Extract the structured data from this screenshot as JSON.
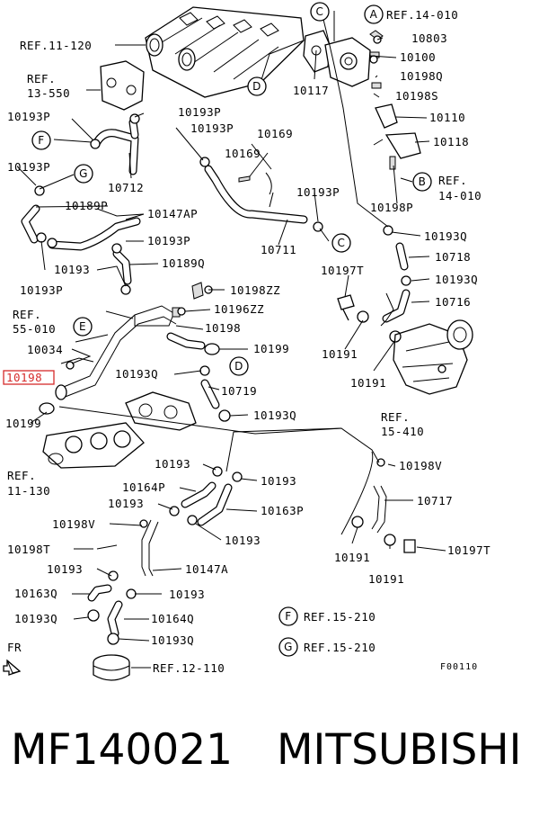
{
  "callouts": {
    "ref_11_120": "REF.11-120",
    "ref_13_550": [
      "REF.",
      "13-550"
    ],
    "ref_14_010_top": "REF.14-010",
    "ref_14_010_b": [
      "REF.",
      "14-010"
    ],
    "ref_55_010": [
      "REF.",
      "55-010"
    ],
    "ref_11_130": [
      "REF.",
      "11-130"
    ],
    "ref_15_410": [
      "REF.",
      "15-410"
    ],
    "ref_12_110": "REF.12-110",
    "p10803": "10803",
    "p10100": "10100",
    "p10198Q": "10198Q",
    "p10198S": "10198S",
    "p10110": "10110",
    "p10118": "10118",
    "p10198P": "10198P",
    "p10193Q_r1": "10193Q",
    "p10718": "10718",
    "p10193Q_r2": "10193Q",
    "p10716": "10716",
    "p10197T_top": "10197T",
    "p10191_a": "10191",
    "p10191_b": "10191",
    "p10117": "10117",
    "p10193P_1": "10193P",
    "p10193P_2": "10193P",
    "p10193P_3": "10193P",
    "p10193P_4": "10193P",
    "p10193P_5": "10193P",
    "p10193P_6": "10193P",
    "p10169_a": "10169",
    "p10169_b": "10169",
    "p10712": "10712",
    "p10189P": "10189P",
    "p10147AP": "10147AP",
    "p10193P_7": "10193P",
    "p10711": "10711",
    "p10193_a": "10193",
    "p10189Q": "10189Q",
    "p10198ZZ": "10198ZZ",
    "p10196ZZ": "10196ZZ",
    "p10198_mid": "10198",
    "p10034": "10034",
    "p10199_a": "10199",
    "p10198_hl": "10198",
    "p10193Q_mid": "10193Q",
    "p10719": "10719",
    "p10193Q_low": "10193Q",
    "p10199_b": "10199",
    "p10198V_r": "10198V",
    "p10717": "10717",
    "p10191_c": "10191",
    "p10191_d": "10191",
    "p10197T_bot": "10197T",
    "p10193_b": "10193",
    "p10193_c": "10193",
    "p10164P": "10164P",
    "p10193_d": "10193",
    "p10163P": "10163P",
    "p10198V_l": "10198V",
    "p10193_e": "10193",
    "p10198T": "10198T",
    "p10193_f": "10193",
    "p10147A": "10147A",
    "p10163Q": "10163Q",
    "p10193_g": "10193",
    "p10193Q_b1": "10193Q",
    "p10164Q": "10164Q",
    "p10193Q_b2": "10193Q"
  },
  "bubbles": {
    "A": "A",
    "B": "B",
    "C": "C",
    "D": "D",
    "E": "E",
    "F": "F",
    "G": "G"
  },
  "legend": {
    "f_ref": "REF.15-210",
    "g_ref": "REF.15-210"
  },
  "front_label": "FR",
  "figure_code": "F00110",
  "footer": {
    "part_number": "MF140021",
    "brand": "MITSUBISHI"
  },
  "colors": {
    "highlight": "#d62b2b"
  }
}
